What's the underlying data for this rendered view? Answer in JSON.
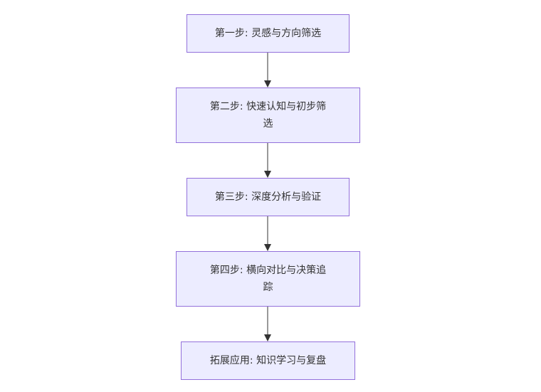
{
  "diagram": {
    "type": "flowchart",
    "direction": "top-down",
    "colors": {
      "node_fill": "#ECECFF",
      "node_stroke": "#9370DB",
      "text": "#333333",
      "edge": "#333333"
    },
    "nodes": [
      {
        "id": "step1",
        "lines": [
          "第一步: 灵感与方向筛选"
        ]
      },
      {
        "id": "step2",
        "lines": [
          "第二步: 快速认知与初步筛",
          "选"
        ]
      },
      {
        "id": "step3",
        "lines": [
          "第三步: 深度分析与验证"
        ]
      },
      {
        "id": "step4",
        "lines": [
          "第四步: 横向对比与决策追",
          "踪"
        ]
      },
      {
        "id": "step5",
        "lines": [
          "拓展应用: 知识学习与复盘"
        ]
      }
    ],
    "edges": [
      {
        "from": "step1",
        "to": "step2"
      },
      {
        "from": "step2",
        "to": "step3"
      },
      {
        "from": "step3",
        "to": "step4"
      },
      {
        "from": "step4",
        "to": "step5"
      }
    ]
  }
}
